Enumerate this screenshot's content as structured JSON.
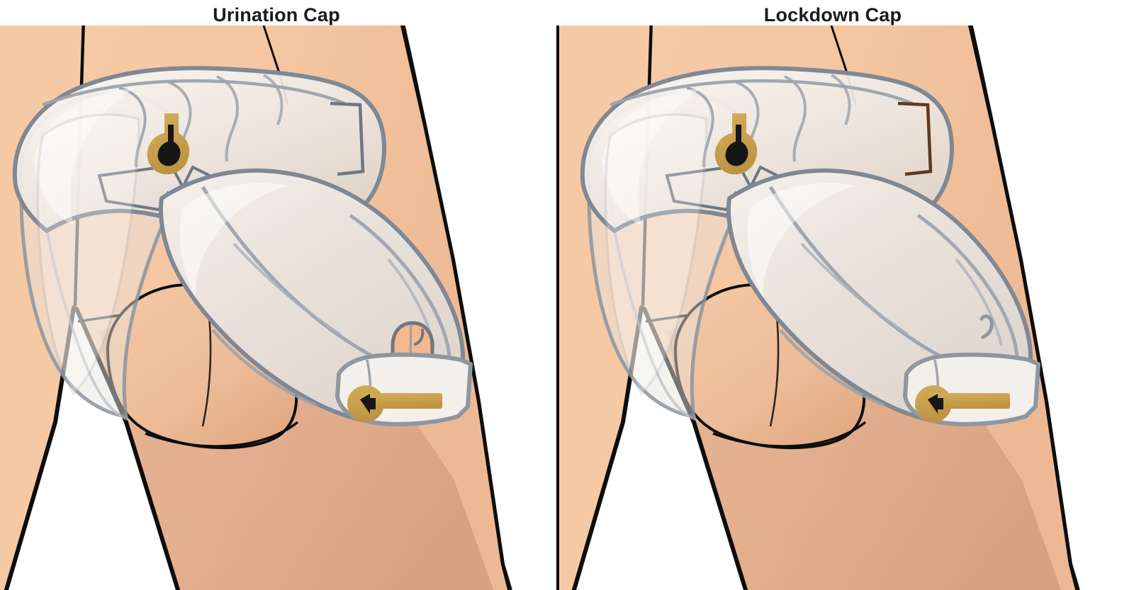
{
  "figure": {
    "type": "medical-product-illustration",
    "title_visible": false,
    "panel_count": 2,
    "background_color": "#ffffff"
  },
  "palette": {
    "skin_light": "#F6C9A5",
    "skin_mid": "#E8B392",
    "skin_shadow": "#D8A184",
    "skin_deep_shadow": "#C28F72",
    "outline_black": "#0D0D0D",
    "cage_body": "#E6DFD8",
    "cage_body_light": "#F1ECE7",
    "cage_highlight": "#FAF8F6",
    "cage_outline": "#7F8894",
    "cage_outline_soft": "#9AA2AC",
    "lock_gold": "#C9A24D",
    "lock_gold_dark": "#B08F3E",
    "keyhole_black": "#161616",
    "title_color": "#1B1B1B"
  },
  "panels": [
    {
      "id": "urination-cap",
      "title": "Urination Cap",
      "side": "left",
      "cap_open": true,
      "cap_opening_label": "urethral opening",
      "parts": [
        {
          "name": "body-thigh-left",
          "label": "left thigh"
        },
        {
          "name": "body-thigh-right",
          "label": "right thigh"
        },
        {
          "name": "body-groin",
          "label": "groin"
        },
        {
          "name": "scrotum",
          "label": "scrotum"
        },
        {
          "name": "cage-shaft",
          "label": "cage shaft"
        },
        {
          "name": "cage-base-ring",
          "label": "base ring"
        },
        {
          "name": "cage-cap",
          "label": "urination cap"
        },
        {
          "name": "integrated-lock",
          "label": "integrated lock"
        },
        {
          "name": "key",
          "label": "key"
        },
        {
          "name": "keyhole",
          "label": "keyhole"
        }
      ]
    },
    {
      "id": "lockdown-cap",
      "title": "Lockdown Cap",
      "side": "right",
      "cap_open": false,
      "cap_opening_label": "sealed tip",
      "parts": [
        {
          "name": "body-thigh-left",
          "label": "left thigh"
        },
        {
          "name": "body-thigh-right",
          "label": "right thigh"
        },
        {
          "name": "body-groin",
          "label": "groin"
        },
        {
          "name": "scrotum",
          "label": "scrotum"
        },
        {
          "name": "cage-shaft",
          "label": "cage shaft"
        },
        {
          "name": "cage-base-ring",
          "label": "base ring"
        },
        {
          "name": "cage-cap",
          "label": "lockdown cap"
        },
        {
          "name": "integrated-lock",
          "label": "integrated lock"
        },
        {
          "name": "key",
          "label": "key"
        },
        {
          "name": "keyhole",
          "label": "keyhole"
        }
      ]
    }
  ]
}
